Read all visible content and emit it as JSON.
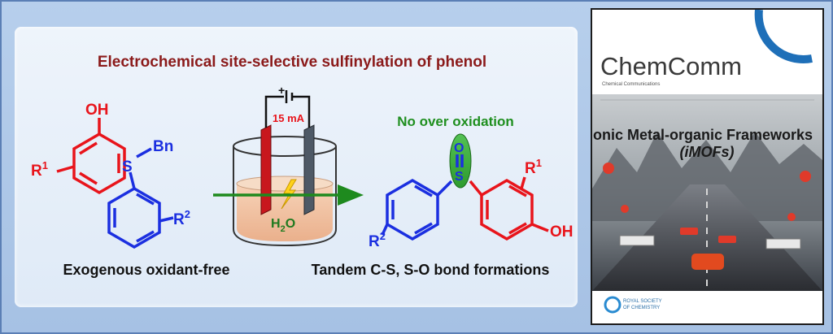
{
  "title": "Electrochemical site-selective sulfinylation of phenol",
  "no_over_oxidation": "No over oxidation",
  "left_caption": "Exogenous oxidant-free",
  "right_caption": "Tandem C-S, S-O bond formations",
  "current": "15 mA",
  "battery_plus": "+",
  "water": "H",
  "water_sub": "2",
  "water_end": "O",
  "reactant1": {
    "oh": "OH",
    "r": "R",
    "r_sup": "1"
  },
  "reactant2": {
    "s": "S",
    "bn": "Bn",
    "r": "R",
    "r_sup": "2"
  },
  "product": {
    "s": "S",
    "o": "O",
    "r1": "R",
    "r1_sup": "1",
    "r2": "R",
    "r2_sup": "2",
    "oh": "OH"
  },
  "cover": {
    "journal": "ChemComm",
    "subtitle": "Chemical Communications",
    "headline_1": "Ionic Metal-organic Frameworks",
    "headline_2": "(iMOFs)",
    "publisher_1": "ROYAL SOCIETY",
    "publisher_2": "OF CHEMISTRY"
  },
  "colors": {
    "title": "#8b1a1a",
    "red": "#e8141b",
    "blue": "#1b2fe0",
    "green": "#1f8f1f",
    "arrow": "#1e8a1e"
  }
}
